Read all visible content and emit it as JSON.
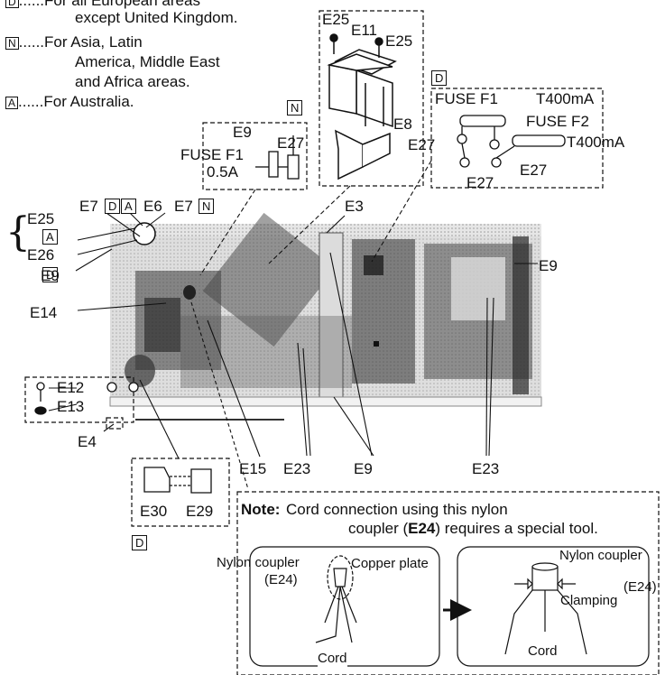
{
  "legend": {
    "d_line_partial": "......For all European areas",
    "d_line2": "except United Kingdom.",
    "n_box": "N",
    "n_line1": "......For Asia, Latin",
    "n_line2": "America, Middle East",
    "n_line3": "and Africa areas.",
    "a_box": "A",
    "a_line": "......For Australia."
  },
  "labels": {
    "e25_top": "E25",
    "e11": "E11",
    "e25_top_right": "E25",
    "e8": "E8",
    "d_box_fuse": "D",
    "fuse_f1_t": "FUSE F1",
    "fuse_f1_t_rating": "T400mA",
    "fuse_f2": "FUSE F2",
    "fuse_f2_rating": "T400mA",
    "e27_a": "E27",
    "e27_b": "E27",
    "e27_c": "E27",
    "n_box_fuse": "N",
    "e9_fuse": "E9",
    "e27_fuse": "E27",
    "fuse_f1_n": "FUSE F1",
    "fuse_f1_n_rating": "0.5A",
    "e7_left": "E7",
    "d_box_e7": "D",
    "a_box_e7": "A",
    "e6": "E6",
    "e7_right": "E7",
    "n_box_e7": "N",
    "e3": "E3",
    "e25_left": "E25",
    "a_box_left": "A",
    "e26": "E26",
    "d_box_left": "D",
    "e9_left": "E9",
    "e9_right": "E9",
    "e14": "E14",
    "e12": "E12",
    "e13": "E13",
    "e4": "E4",
    "e15": "E15",
    "e23_mid": "E23",
    "e9_bottom": "E9",
    "e23_right": "E23",
    "e30": "E30",
    "e29": "E29",
    "d_box_bottom": "D"
  },
  "note": {
    "label": "Note:",
    "line1": "Cord connection using this nylon",
    "line2_pre": "coupler (",
    "line2_code": "E24",
    "line2_post": ") requires a special tool.",
    "left_nylon": "Nylon coupler",
    "left_e24": "(E24)",
    "left_copper": "Copper plate",
    "left_cord": "Cord",
    "right_nylon": "Nylon coupler",
    "right_clamping": "Clamping",
    "right_e24": "(E24)",
    "right_cord": "Cord"
  }
}
